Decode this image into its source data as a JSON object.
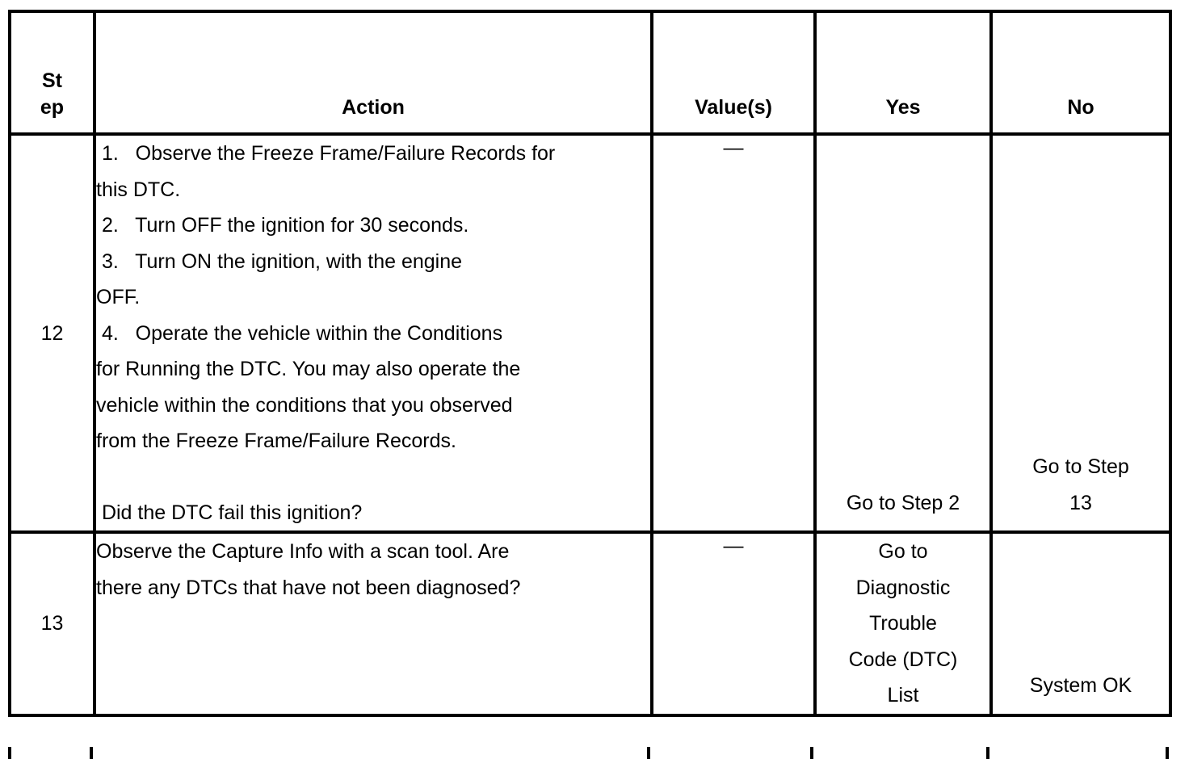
{
  "table": {
    "headers": {
      "step": [
        "St",
        "ep"
      ],
      "action": "Action",
      "value": "Value(s)",
      "yes": "Yes",
      "no": "No"
    },
    "rows": [
      {
        "step": "12",
        "action_lines": [
          " 1.   Observe the Freeze Frame/Failure Records for",
          "this DTC.",
          " 2.   Turn OFF the ignition for 30 seconds.",
          " 3.   Turn ON the ignition, with the engine",
          "OFF.",
          " 4.   Operate the vehicle within the Conditions",
          "for Running the DTC. You may also operate the",
          "vehicle within the conditions that you observed",
          "from the Freeze Frame/Failure Records.",
          "",
          " Did the DTC fail this ignition?"
        ],
        "value": "—",
        "yes_lines": [
          "Go to Step 2"
        ],
        "no_lines": [
          "Go to Step",
          "13"
        ]
      },
      {
        "step": "13",
        "action_lines": [
          "Observe the Capture Info with a scan tool. Are",
          "there any DTCs that have not been diagnosed?"
        ],
        "value": "—",
        "yes_lines": [
          "Go to",
          "Diagnostic",
          "Trouble",
          "Code (DTC)",
          "List"
        ],
        "no_lines": [
          "System OK"
        ]
      }
    ]
  },
  "colors": {
    "border": "#000000",
    "text": "#000000",
    "background": "#ffffff"
  }
}
